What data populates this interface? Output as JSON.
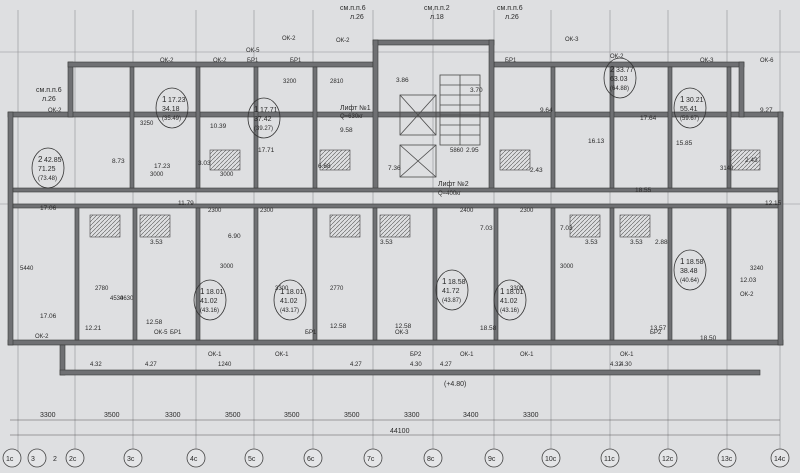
{
  "axes_bottom": [
    "1c",
    "3",
    "2c",
    "3c",
    "4c",
    "5c",
    "6c",
    "7c",
    "8c",
    "9c",
    "10c",
    "11c",
    "12c",
    "13c",
    "14c"
  ],
  "axis_bottom_main": "2",
  "dims_bottom": [
    "3300",
    "3500",
    "3300",
    "3500",
    "3500",
    "3500",
    "3300",
    "3400",
    "3300"
  ],
  "total_length": "44100",
  "apartments": [
    {
      "rooms": "2",
      "area": "42.85",
      "living": "71.25",
      "total": "(73.48)"
    },
    {
      "rooms": "1",
      "area": "17.23",
      "living": "34.18",
      "total": "(35.49)"
    },
    {
      "rooms": "1",
      "area": "17.71",
      "living": "37.42",
      "total": "(39.27)"
    },
    {
      "rooms": "2",
      "area": "33.77",
      "living": "63.03",
      "total": "(64.88)"
    },
    {
      "rooms": "1",
      "area": "30.21",
      "living": "55.41",
      "total": "(59.67)"
    },
    {
      "rooms": "1",
      "area": "18.01",
      "living": "41.02",
      "total": "(43.16)"
    },
    {
      "rooms": "1",
      "area": "18.01",
      "living": "41.02",
      "total": "(43.17)"
    },
    {
      "rooms": "1",
      "area": "18.58",
      "living": "41.72",
      "total": "(43.87)"
    },
    {
      "rooms": "1",
      "area": "18.01",
      "living": "41.02",
      "total": "(43.16)"
    },
    {
      "rooms": "1",
      "area": "18.58",
      "living": "38.48",
      "total": "(40.64)"
    }
  ],
  "top_labels": {
    "shaft_a": "см.п.п.6",
    "shaft_a_sub": "л.26",
    "shaft_b": "см.п.п.2",
    "shaft_b_sub": "л.18",
    "shaft_c": "см.п.п.6",
    "shaft_c_sub": "л.26",
    "shaft_left": "см.п.п.6",
    "shaft_left_sub": "л.26"
  },
  "lifts": {
    "lift1": "Лифт №1",
    "lift1_q": "Q=630кг",
    "lift2": "Лифт №2",
    "lift2_q": "Q=400кг"
  },
  "window_labels_top": [
    "ОК-2",
    "ОК-2",
    "ОК-2",
    "ОК-2",
    "ОК-2",
    "ОК-3",
    "ОК-3",
    "ОК-5",
    "ОК-2",
    "БР1",
    "БР1",
    "БР1",
    "ОК-6"
  ],
  "window_labels_bottom": [
    "ОК-5",
    "БР1",
    "ОК-1",
    "ОК-1",
    "БР1",
    "ОК-3",
    "БР2",
    "ОК-1",
    "ОК-1",
    "ОК-1",
    "БР2",
    "ОК-2",
    "ОК-2"
  ],
  "room_areas": [
    "17.06",
    "17.06",
    "8.73",
    "17.23",
    "10.39",
    "3.03",
    "17.71",
    "6.68",
    "11.79",
    "6.90",
    "3.53",
    "3.53",
    "7.03",
    "7.03",
    "3.53",
    "3.53",
    "2.88",
    "12.15",
    "12.03",
    "12.58",
    "12.58",
    "12.21",
    "12.58",
    "18.58",
    "18.50",
    "13.57",
    "9.64",
    "16.13",
    "17.64",
    "15.85",
    "18.55",
    "9.27",
    "2.95",
    "3.86",
    "2.43",
    "2.43",
    "7.36",
    "3.70",
    "9.58"
  ],
  "dims_inner": [
    "3000",
    "3000",
    "3200",
    "2810",
    "3240",
    "2300",
    "2300",
    "3300",
    "3000",
    "2400",
    "2300",
    "3000",
    "3300",
    "2770",
    "2780",
    "4530",
    "4630",
    "5440",
    "3140",
    "3250",
    "5860",
    "1240",
    "4.32",
    "4.27",
    "4.27",
    "4.30",
    "4.32",
    "4.30",
    "4.27"
  ],
  "mark": "(+4.80)"
}
